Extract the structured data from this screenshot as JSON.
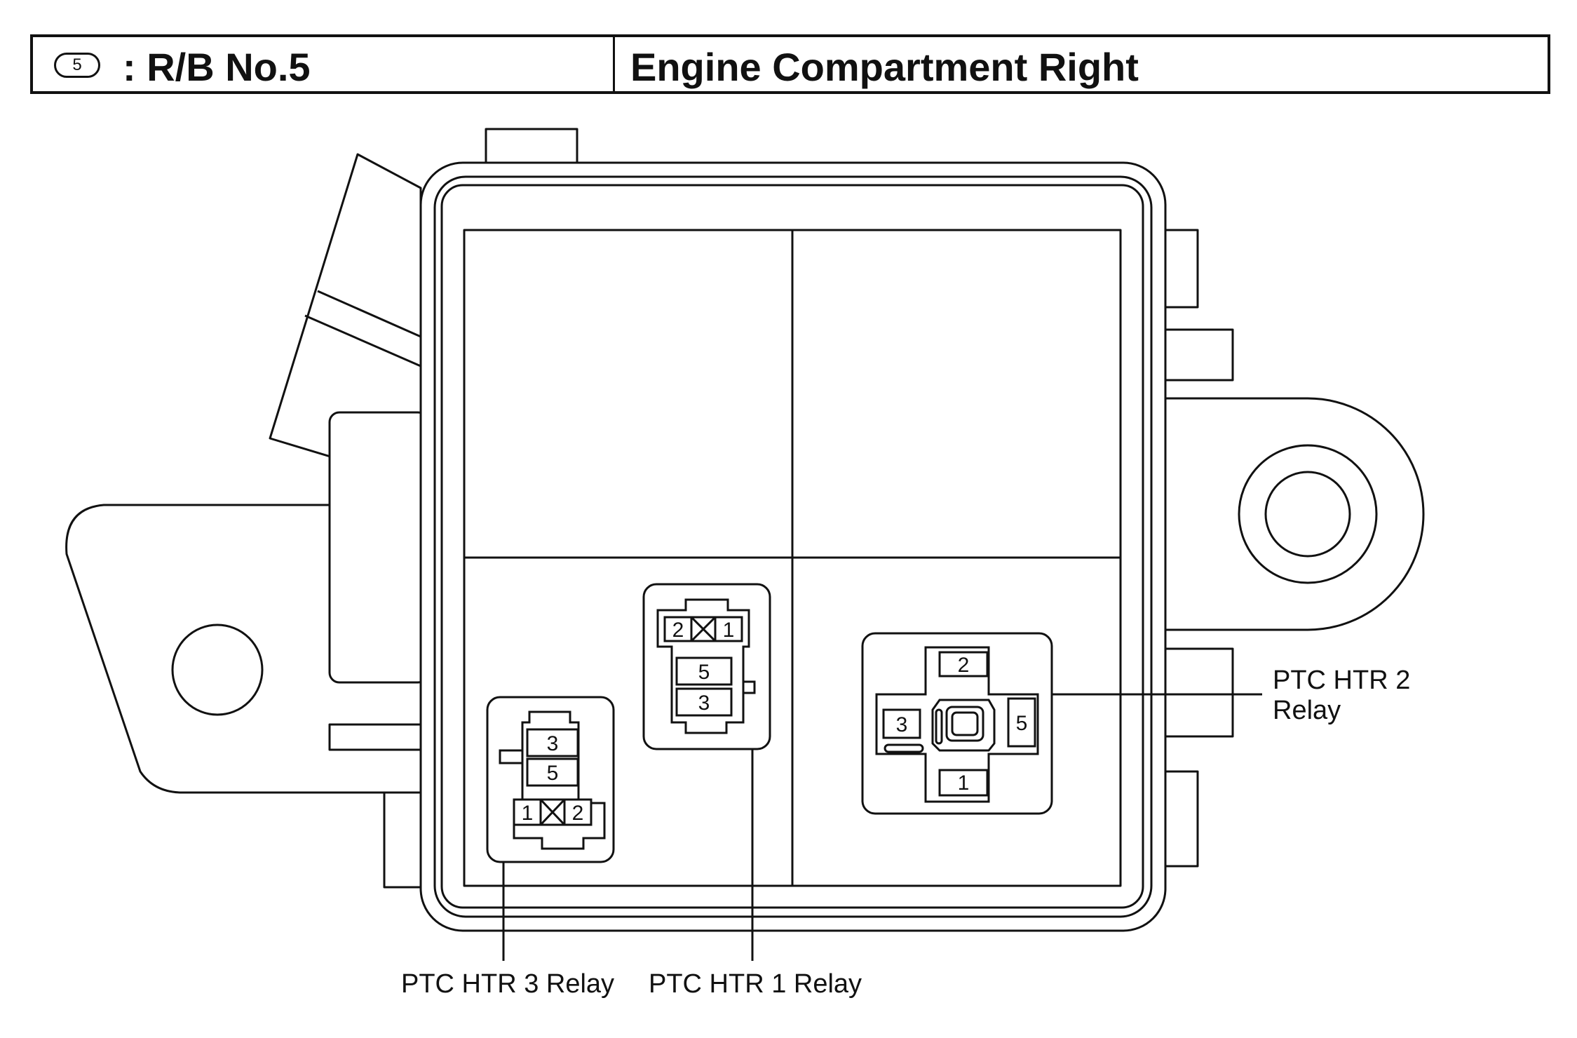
{
  "header": {
    "badge": "5",
    "relay_block": ": R/B No.5",
    "location": "Engine Compartment Right"
  },
  "relays": {
    "ptc_htr_3": {
      "label": "PTC HTR 3 Relay",
      "terminals": [
        "3",
        "5",
        "1",
        "2"
      ]
    },
    "ptc_htr_1": {
      "label": "PTC HTR 1 Relay",
      "terminals": [
        "2",
        "1",
        "5",
        "3"
      ]
    },
    "ptc_htr_2": {
      "label_line1": "PTC HTR 2",
      "label_line2": "Relay",
      "terminals": [
        "2",
        "3",
        "5",
        "1"
      ]
    }
  },
  "colors": {
    "line": "#111111",
    "background": "#ffffff"
  }
}
